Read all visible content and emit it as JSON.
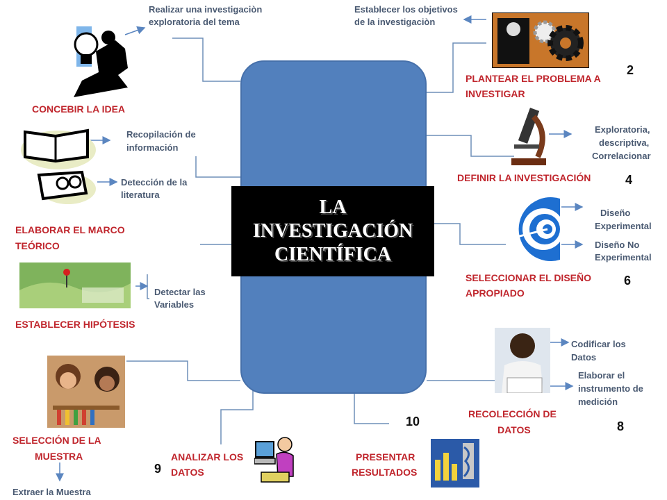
{
  "center": {
    "line1": "LA",
    "line2": "INVESTIGACIÓN",
    "line3": "CIENTÍFICA"
  },
  "steps": {
    "s1": "CONCEBIR LA IDEA",
    "s2a": "PLANTEAR EL PROBLEMA A",
    "s2b": "INVESTIGAR",
    "s3a": "ELABORAR EL MARCO",
    "s3b": "TEÓRICO",
    "s4": "DEFINIR LA INVESTIGACIÓN",
    "s5": "ESTABLECER HIPÓTESIS",
    "s6a": "SELECCIONAR EL DISEÑO",
    "s6b": "APROPIADO",
    "s7a": "SELECCIÓN  DE LA",
    "s7b": "MUESTRA",
    "s8a": "RECOLECCIÓN DE",
    "s8b": "DATOS",
    "s9a": "ANALIZAR LOS",
    "s9b": "DATOS",
    "s10a": "PRESENTAR",
    "s10b": "RESULTADOS"
  },
  "notes": {
    "n1a": "Realizar una investigaciòn",
    "n1b": "exploratoria del tema",
    "n2a": "Establecer los objetivos",
    "n2b": "de la investigaciòn",
    "n3a": "Recopilación de",
    "n3b": "información",
    "n3c": "Detección de la",
    "n3d": "literatura",
    "n4a": "Exploratoria,",
    "n4b": "descriptiva,",
    "n4c": "Correlacionar",
    "n5a": "Detectar las",
    "n5b": "Variables",
    "n6a": "Diseño",
    "n6b": "Experimental",
    "n6c": "Diseño  No",
    "n6d": "Experimental",
    "n7": "Extraer la Muestra",
    "n8a": "Codificar los",
    "n8b": "Datos",
    "n8c": "Elaborar el",
    "n8d": "instrumento de",
    "n8e": "medición"
  },
  "numbers": {
    "n2": "2",
    "n4": "4",
    "n6": "6",
    "n8": "8",
    "n9": "9",
    "n10": "10"
  },
  "icons": [
    "lightbulb-icon",
    "gears-icon",
    "book-icon",
    "microscope-icon",
    "target-icon",
    "map-icon",
    "students-icon",
    "student-writing-icon",
    "computer-user-icon",
    "chart-icon"
  ],
  "colors": {
    "pill": "#5280bd",
    "step_text": "#c0262d",
    "note_text": "#4a5a72",
    "arrow": "#5b86c0"
  }
}
